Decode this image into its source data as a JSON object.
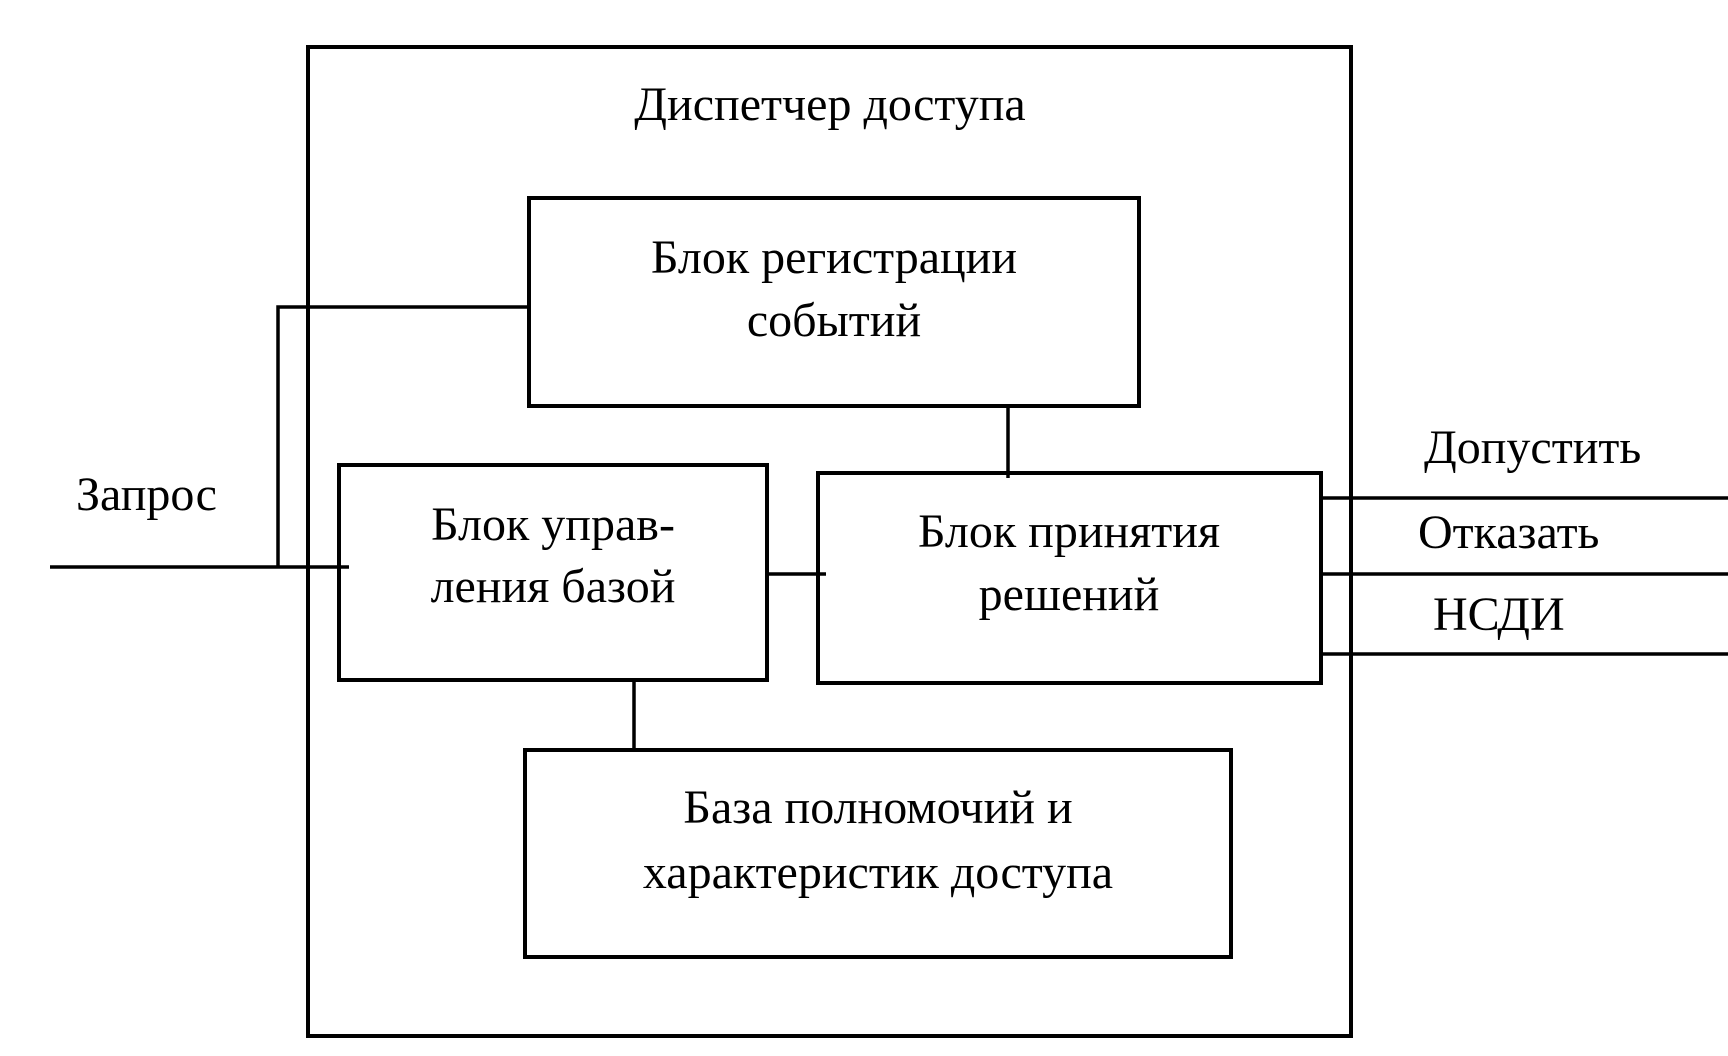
{
  "diagram": {
    "container_title": "Диспетчер доступа",
    "input_label": "Запрос",
    "blocks": {
      "event_log": [
        "Блок регистрации",
        "событий"
      ],
      "base_control": [
        "Блок управ-",
        "ления базой"
      ],
      "decision": [
        "Блок принятия",
        "решений"
      ],
      "authority_base": [
        "База полномочий и",
        "характеристик доступа"
      ]
    },
    "outputs": [
      "Допустить",
      "Отказать",
      "НСДИ"
    ]
  }
}
